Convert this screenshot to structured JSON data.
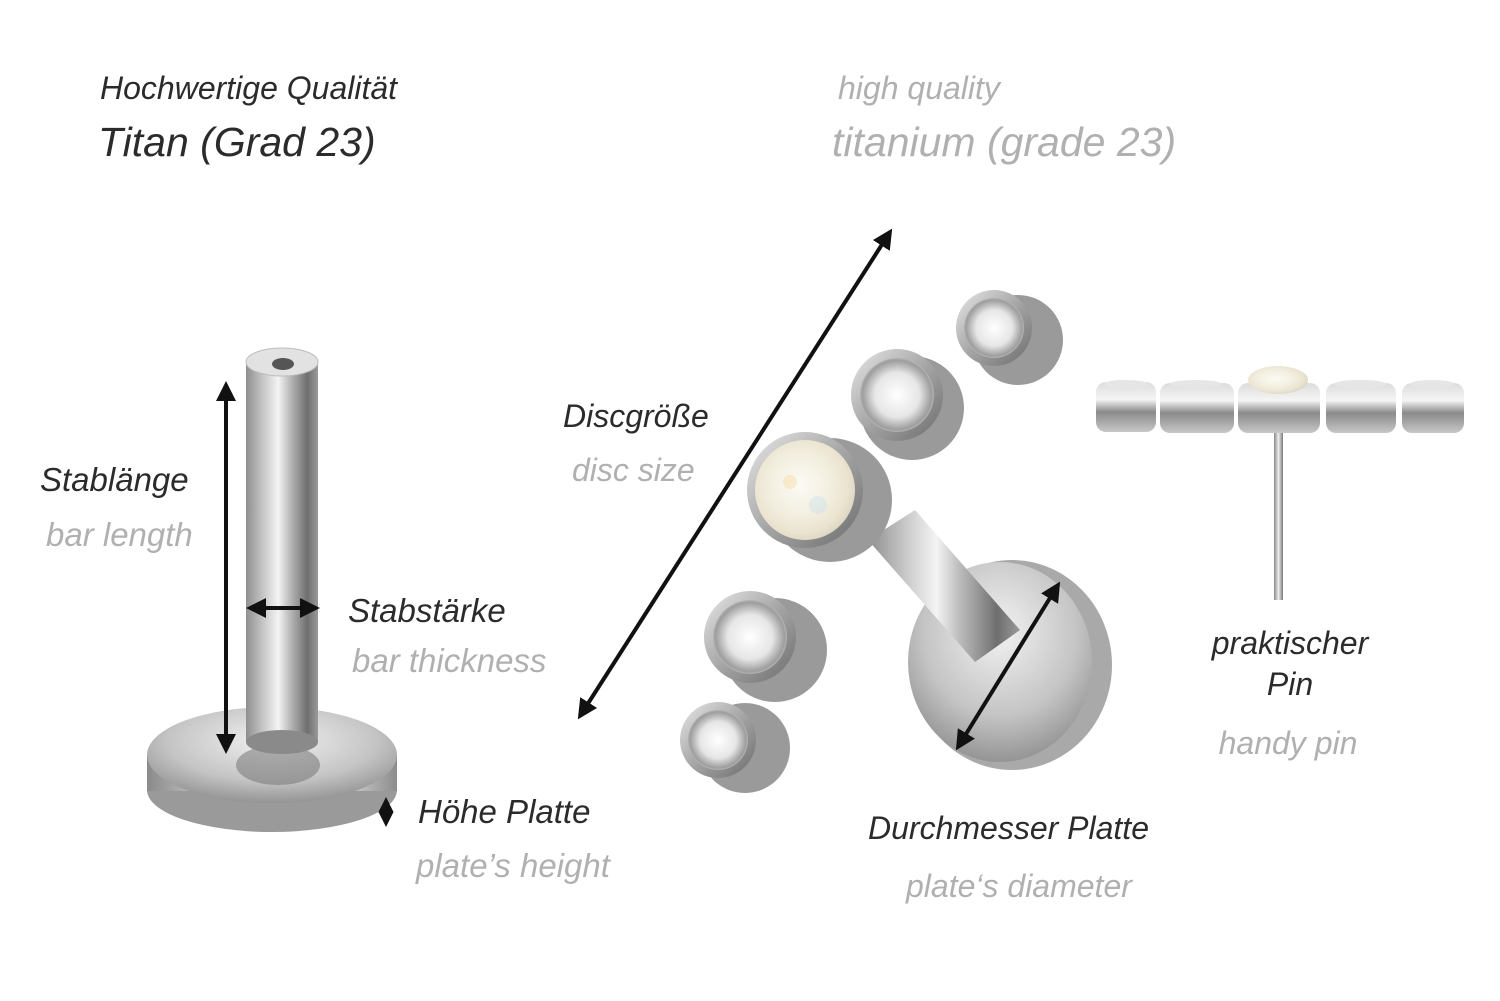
{
  "header": {
    "de_line1": "Hochwertige Qualität",
    "de_line2": "Titan (Grad 23)",
    "en_line1": "high quality",
    "en_line2": "titanium (grade 23)"
  },
  "labels": {
    "bar_length": {
      "de": "Stablänge",
      "en": "bar length"
    },
    "bar_thickness": {
      "de": "Stabstärke",
      "en": "bar thickness"
    },
    "plate_height": {
      "de": "Höhe Platte",
      "en": "plate’s height"
    },
    "disc_size": {
      "de": "Discgröße",
      "en": "disc size"
    },
    "plate_diameter": {
      "de": "Durchmesser Platte",
      "en": "plate‘s diameter"
    },
    "handy_pin": {
      "de_line1": "praktischer",
      "de_line2": "Pin",
      "en": "handy pin"
    }
  },
  "colors": {
    "german_text": "#2b2b2b",
    "english_text": "#b0b0b0",
    "arrow": "#111111",
    "metal": "#bfbfbf",
    "opal": "#f3f0e6"
  },
  "parts": [
    {
      "name": "labret-post",
      "description": "threaded titanium post with flat back plate"
    },
    {
      "name": "curved-cluster-top",
      "stones": [
        "clear",
        "clear",
        "opal",
        "clear",
        "clear"
      ]
    },
    {
      "name": "cluster-side-view-with-pin"
    }
  ]
}
